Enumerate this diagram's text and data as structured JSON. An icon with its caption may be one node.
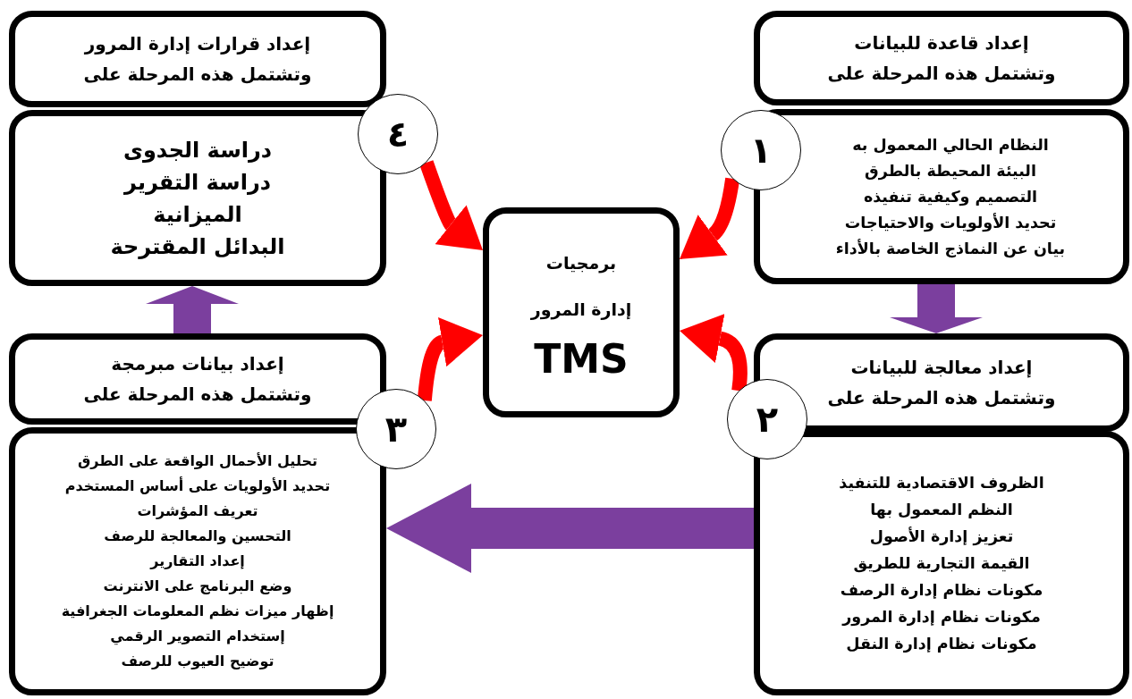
{
  "diagram": {
    "nodes": [
      {
        "text": [
          "برمجيات",
          "إدارة المرور",
          "TMS"
        ]
      },
      {
        "text": [
          "إعداد قاعدة للبيانات وتشتمل هذه المرحلة على"
        ]
      },
      {
        "text": [
          "النظام الحالي المعمول به",
          "البيئة المحيطة بالطرق",
          "التصميم وكيفية تنفيذه",
          "تحديد الأولويات والاحتياجات",
          "بيان عن النماذج الخاصة بالأداء"
        ]
      },
      {
        "text": [
          "١"
        ]
      },
      {
        "text": [
          "إعداد معالجة للبيانات وتشتمل هذه المرحلة على"
        ]
      },
      {
        "text": [
          "الظروف الاقتصادية للتنفيذ",
          "النظم المعمول بها",
          "تعزيز إدارة الأصول",
          "القيمة التجارية للطريق",
          "مكونات نظام إدارة الرصف",
          "مكونات نظام إدارة المرور",
          "مكونات نظام إدارة النقل"
        ]
      },
      {
        "text": [
          "٢"
        ]
      },
      {
        "text": [
          "إعداد بيانات مبرمجة وتشتمل هذه المرحلة على"
        ]
      },
      {
        "text": [
          "تحليل الأحمال الواقعة على الطرق",
          "تحديد الأولويات على أساس المستخدم",
          "تعريف المؤشرات",
          "التحسين والمعالجة للرصف",
          "إعداد التقارير",
          "وضع البرنامج على الانترنت",
          "إظهار ميزات نظم المعلومات الجغرافية",
          "إستخدام التصوير الرقمي",
          "توضيح العيوب للرصف"
        ]
      },
      {
        "text": [
          "٣"
        ]
      },
      {
        "text": [
          "إعداد قرارات إدارة المرور وتشتمل هذه المرحلة على"
        ]
      },
      {
        "text": [
          "دراسة الجدوى",
          "دراسة التقرير",
          "الميزانية",
          "البدائل المقترحة"
        ]
      },
      {
        "text": [
          "٤"
        ]
      }
    ],
    "edges": [
      {
        "from": 3,
        "to": 0,
        "arrow": "to",
        "color": "#ff0000"
      },
      {
        "from": 6,
        "to": 0,
        "arrow": "to",
        "color": "#ff0000"
      },
      {
        "from": 9,
        "to": 0,
        "arrow": "to",
        "color": "#ff0000"
      },
      {
        "from": 12,
        "to": 0,
        "arrow": "to",
        "color": "#ff0000"
      },
      {
        "from": 2,
        "to": 4,
        "arrow": "to",
        "style": "thick",
        "color": "#7b3f9e"
      },
      {
        "from": 5,
        "to": 8,
        "arrow": "to",
        "style": "thick",
        "color": "#7b3f9e"
      },
      {
        "from": 7,
        "to": 11,
        "arrow": "to",
        "style": "thick",
        "color": "#7b3f9e"
      }
    ]
  }
}
